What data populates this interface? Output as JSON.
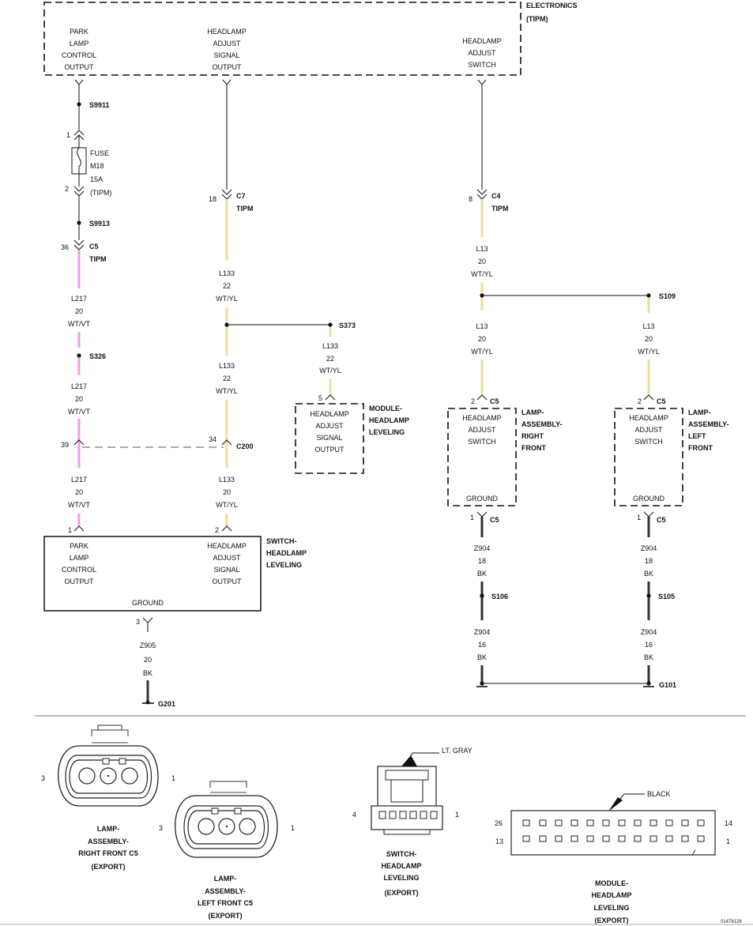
{
  "tipm": {
    "title1": "ELECTRONICS",
    "title2": "(TIPM)",
    "park_lines": [
      "PARK",
      "LAMP",
      "CONTROL",
      "OUTPUT"
    ],
    "headlamp_signal_lines": [
      "HEADLAMP",
      "ADJUST",
      "SIGNAL",
      "OUTPUT"
    ],
    "headlamp_switch_lines": [
      "HEADLAMP",
      "ADJUST",
      "SWITCH"
    ]
  },
  "left_column": {
    "s9911": "S9911",
    "pin1": "1",
    "fuse_lines": [
      "FUSE",
      "M18",
      "15A",
      "(TIPM)"
    ],
    "pin2": "2",
    "s9913": "S9913",
    "c5_pin": "36",
    "c5": "C5",
    "c5_tipm": "TIPM",
    "w1": [
      "L217",
      "20",
      "WT/VT"
    ],
    "s326": "S326",
    "w2": [
      "L217",
      "20",
      "WT/VT"
    ],
    "c200_pin_left": "39",
    "w3": [
      "L217",
      "20",
      "WT/VT"
    ],
    "switch_pin1": "1"
  },
  "middle_column": {
    "c7_pin": "18",
    "c7": "C7",
    "c7_tipm": "TIPM",
    "w1": [
      "L133",
      "22",
      "WT/YL"
    ],
    "s373": "S373",
    "w_branch": [
      "L133",
      "22",
      "WT/YL"
    ],
    "module_pin": "5",
    "w2": [
      "L133",
      "22",
      "WT/YL"
    ],
    "c200_pin": "34",
    "c200": "C200",
    "w3": [
      "L133",
      "20",
      "WT/YL"
    ],
    "switch_pin2": "2"
  },
  "module_leveling": {
    "inner_lines": [
      "HEADLAMP",
      "ADJUST",
      "SIGNAL",
      "OUTPUT"
    ],
    "label_lines": [
      "MODULE-",
      "HEADLAMP",
      "LEVELING"
    ]
  },
  "switch_leveling": {
    "left_lines": [
      "PARK",
      "LAMP",
      "CONTROL",
      "OUTPUT"
    ],
    "right_lines": [
      "HEADLAMP",
      "ADJUST",
      "SIGNAL",
      "OUTPUT"
    ],
    "ground": "GROUND",
    "label_lines": [
      "SWITCH-",
      "HEADLAMP",
      "LEVELING"
    ],
    "gnd_pin": "3",
    "gnd_wire": [
      "Z905",
      "20",
      "BK"
    ],
    "g201": "G201"
  },
  "right_column": {
    "c4_pin": "8",
    "c4": "C4",
    "c4_tipm": "TIPM",
    "w1": [
      "L13",
      "20",
      "WT/YL"
    ],
    "s109": "S109",
    "w2_left": [
      "L13",
      "20",
      "WT/YL"
    ],
    "w2_right": [
      "L13",
      "20",
      "WT/YL"
    ],
    "rf_pin": "2",
    "rf_conn": "C5",
    "rf_inner": [
      "HEADLAMP",
      "ADJUST",
      "SWITCH"
    ],
    "rf_ground": "GROUND",
    "rf_label": [
      "LAMP-",
      "ASSEMBLY-",
      "RIGHT",
      "FRONT"
    ],
    "lf_pin": "2",
    "lf_conn": "C5",
    "lf_inner": [
      "HEADLAMP",
      "ADJUST",
      "SWITCH"
    ],
    "lf_ground": "GROUND",
    "lf_label": [
      "LAMP-",
      "ASSEMBLY-",
      "LEFT",
      "FRONT"
    ],
    "rf_gnd_pin": "1",
    "rf_gnd_conn": "C5",
    "lf_gnd_pin": "1",
    "lf_gnd_conn": "C5",
    "z904_18_left": [
      "Z904",
      "18",
      "BK"
    ],
    "z904_18_right": [
      "Z904",
      "18",
      "BK"
    ],
    "s106": "S106",
    "s105": "S105",
    "z904_16_left": [
      "Z904",
      "16",
      "BK"
    ],
    "z904_16_right": [
      "Z904",
      "16",
      "BK"
    ],
    "g101": "G101"
  },
  "connectors": {
    "rf": {
      "pin_left": "3",
      "pin_right": "1",
      "label": [
        "LAMP-",
        "ASSEMBLY-",
        "RIGHT FRONT C5",
        "(EXPORT)"
      ]
    },
    "lf": {
      "pin_left": "3",
      "pin_right": "1",
      "label": [
        "LAMP-",
        "ASSEMBLY-",
        "LEFT FRONT C5",
        "(EXPORT)"
      ]
    },
    "sw": {
      "color": "LT. GRAY",
      "pin_left": "4",
      "pin_right": "1",
      "label": [
        "SWITCH-",
        "HEADLAMP",
        "LEVELING",
        "(EXPORT)"
      ]
    },
    "mod": {
      "color": "BLACK",
      "top_left": "26",
      "top_right": "14",
      "bottom_left": "13",
      "bottom_right": "1",
      "label": [
        "MODULE-",
        "HEADLAMP",
        "LEVELING",
        "(EXPORT)"
      ]
    }
  },
  "figure_id": "01478126",
  "colors": {
    "wt_vt": "#ee9ee6",
    "wt_yl": "#ece09a",
    "bk": "#333333"
  }
}
